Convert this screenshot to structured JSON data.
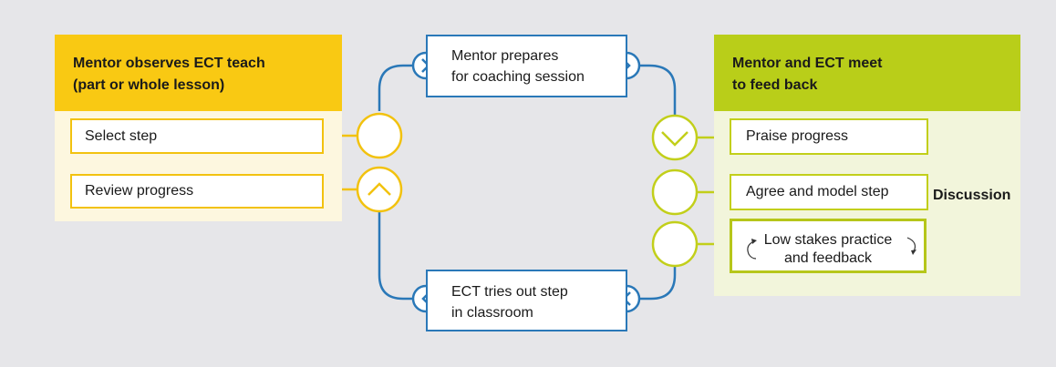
{
  "left_panel": {
    "title_line1": "Mentor observes ECT teach",
    "title_line2": "(part or whole lesson)",
    "steps": [
      "Select step",
      "Review progress"
    ]
  },
  "top_box": {
    "line1": "Mentor prepares",
    "line2": "for coaching session"
  },
  "bottom_box": {
    "line1": "ECT tries out step",
    "line2": "in classroom"
  },
  "right_panel": {
    "title_line1": "Mentor and ECT meet",
    "title_line2": "to feed back",
    "steps": [
      "Praise progress",
      "Agree and model step"
    ],
    "practice_line1": "Low stakes practice",
    "practice_line2": "and feedback"
  },
  "side_label": "Discussion",
  "colors": {
    "background": "#e6e6e9",
    "yellow": "#f9c913",
    "yellow_light": "#fdf7df",
    "green": "#b9ce19",
    "green_light": "#f2f5db",
    "blue": "#2a78b8"
  },
  "icons": [
    "chevron-right-icon",
    "chevron-left-icon",
    "chevron-up-icon",
    "chevron-down-icon",
    "circular-arrows-icon",
    "double-arrow-icon"
  ]
}
